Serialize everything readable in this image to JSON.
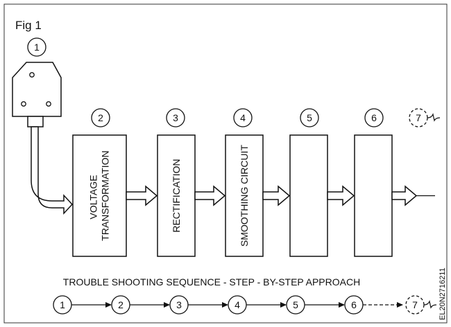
{
  "figure": {
    "label": "Fig 1",
    "code": "EL20N2716211"
  },
  "top_numbers": [
    "1",
    "2",
    "3",
    "4",
    "5",
    "6",
    "7"
  ],
  "blocks": [
    {
      "lines": [
        "VOLTAGE",
        "TRANSFORMATION"
      ]
    },
    {
      "lines": [
        "RECTIFICATION"
      ]
    },
    {
      "lines": [
        "SMOOTHING CIRCUIT"
      ]
    },
    {
      "lines": []
    },
    {
      "lines": []
    }
  ],
  "sequence": {
    "title": "TROUBLE SHOOTING SEQUENCE - STEP - BY-STEP APPROACH",
    "steps": [
      "1",
      "2",
      "3",
      "4",
      "5",
      "6",
      "7"
    ]
  }
}
